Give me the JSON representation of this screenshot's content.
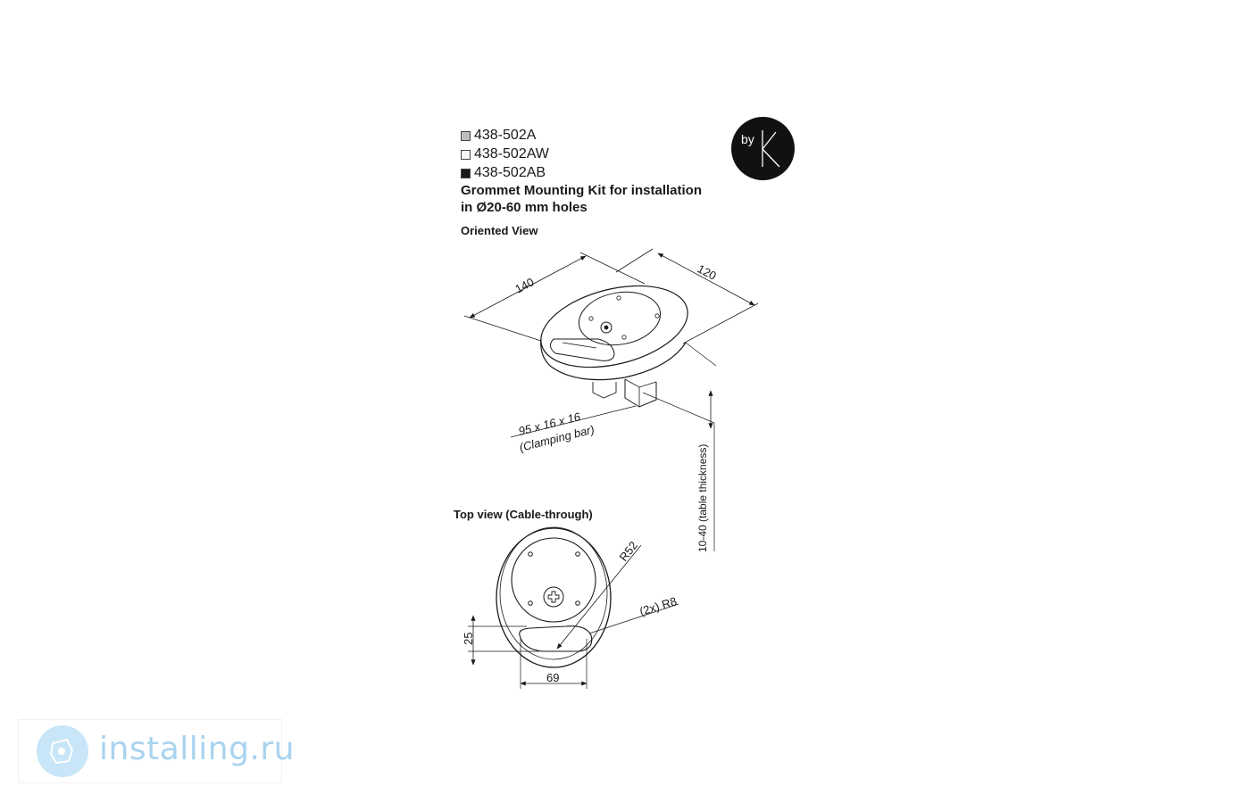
{
  "variants": [
    {
      "code": "438-502A",
      "color": "#bdbdbd"
    },
    {
      "code": "438-502AW",
      "color": "#f5f5f5"
    },
    {
      "code": "438-502AB",
      "color": "#1a1a1a"
    }
  ],
  "title": {
    "line1": "Grommet Mounting Kit for installation",
    "line2": "in Ø20-60 mm holes"
  },
  "logo": {
    "text_by": "by",
    "text_k": "K"
  },
  "oriented_view": {
    "heading": "Oriented View",
    "dim_length": "140",
    "dim_width": "120",
    "clamp_size": "95 x 16 x 16",
    "clamp_label": "(Clamping bar)",
    "table_thickness": "10-40 (table thickness)"
  },
  "top_view": {
    "heading": "Top view (Cable-through)",
    "dim_radius": "R52",
    "dim_corner_radius": "(2x) R8",
    "dim_slot_height": "25",
    "dim_slot_width": "69"
  },
  "watermark": {
    "text": "installing.ru"
  },
  "colors": {
    "ink": "#1a1a1a",
    "watermark": "#a9d3ef",
    "logo_bg": "#111111"
  }
}
